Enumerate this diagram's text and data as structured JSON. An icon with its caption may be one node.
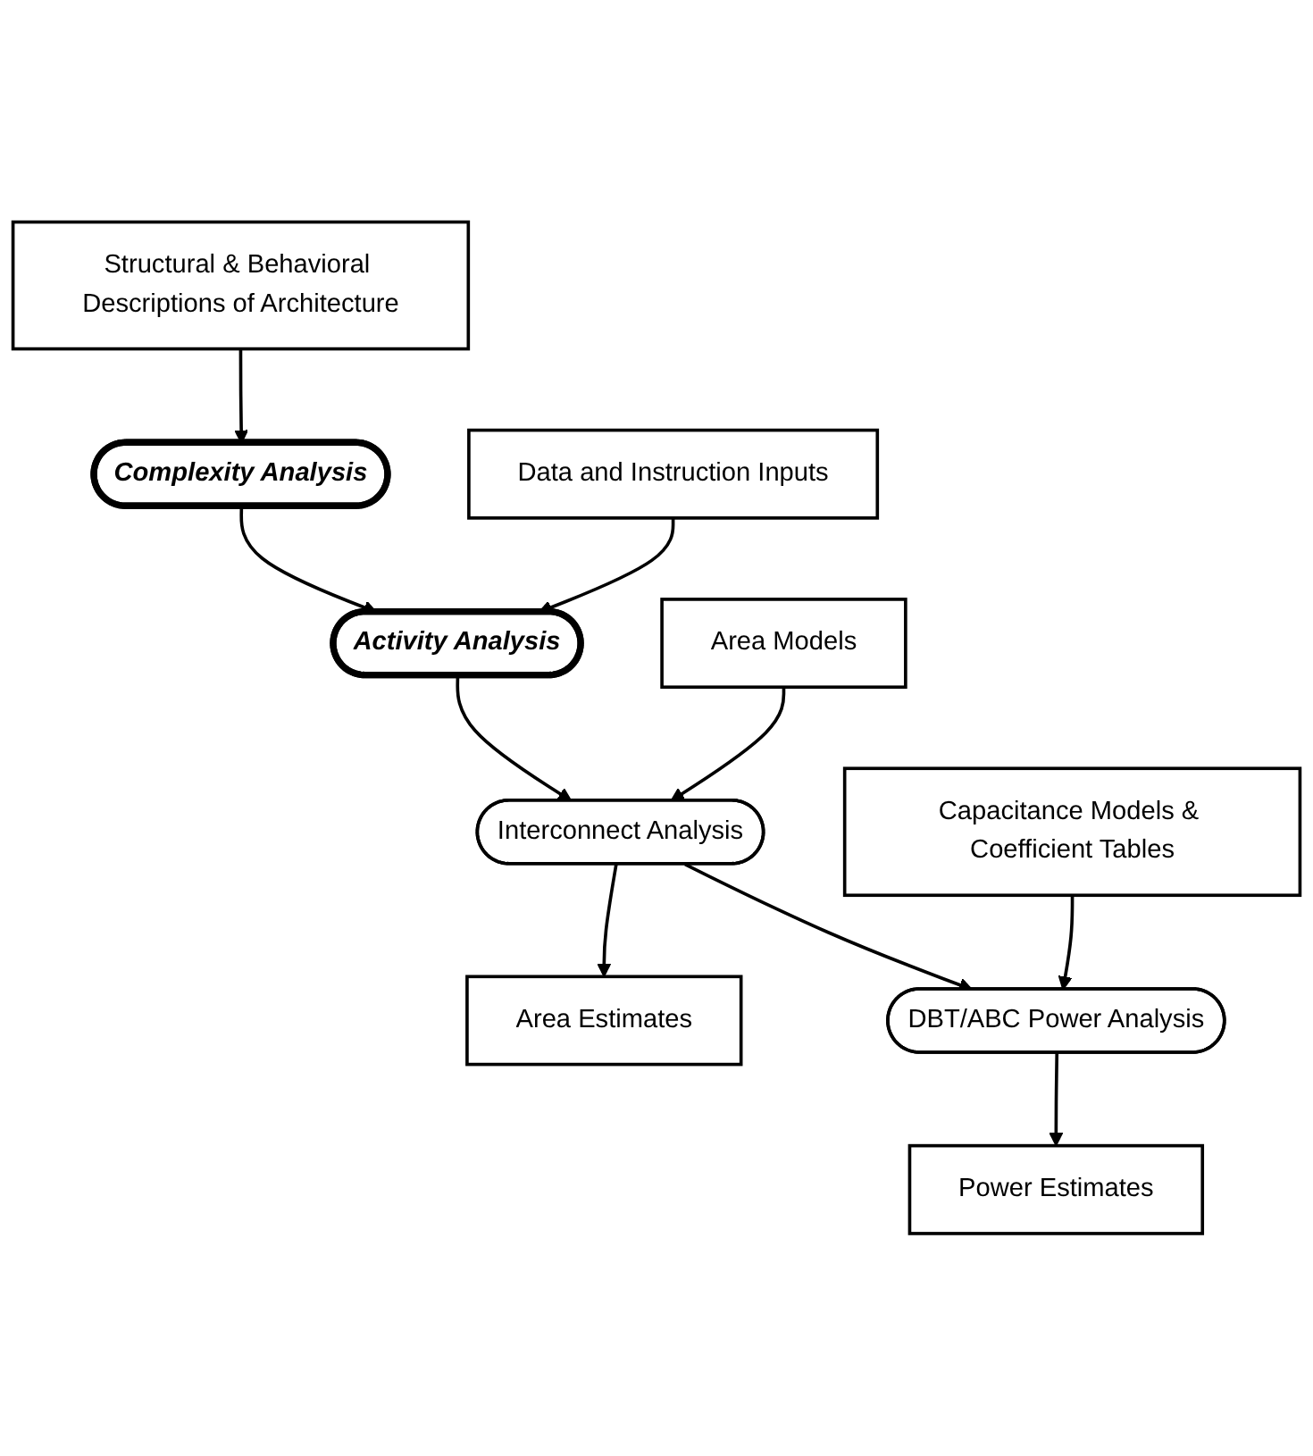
{
  "diagram": {
    "nodes": [
      {
        "text": [
          "Structural & Behavioral Descriptions of Architecture"
        ]
      },
      {
        "text": [
          "Complexity Analysis"
        ]
      },
      {
        "text": [
          "Data and Instruction Inputs"
        ]
      },
      {
        "text": [
          "Activity Analysis"
        ]
      },
      {
        "text": [
          "Area Models"
        ]
      },
      {
        "text": [
          "Interconnect Analysis"
        ]
      },
      {
        "text": [
          "Area Estimates"
        ]
      },
      {
        "text": [
          "Capacitance Models & Coefficient Tables"
        ]
      },
      {
        "text": [
          "DBT/ABC Power Analysis"
        ]
      },
      {
        "text": [
          "Power Estimates"
        ]
      }
    ],
    "edges": [
      {
        "from": 0,
        "to": 1,
        "arrow": "to"
      },
      {
        "from": 1,
        "to": 3,
        "arrow": "to"
      },
      {
        "from": 2,
        "to": 3,
        "arrow": "to"
      },
      {
        "from": 3,
        "to": 5,
        "arrow": "to"
      },
      {
        "from": 4,
        "to": 5,
        "arrow": "to"
      },
      {
        "from": 5,
        "to": 6,
        "arrow": "to"
      },
      {
        "from": 5,
        "to": 8,
        "arrow": "to"
      },
      {
        "from": 7,
        "to": 8,
        "arrow": "to"
      },
      {
        "from": 8,
        "to": 9,
        "arrow": "to"
      }
    ]
  }
}
